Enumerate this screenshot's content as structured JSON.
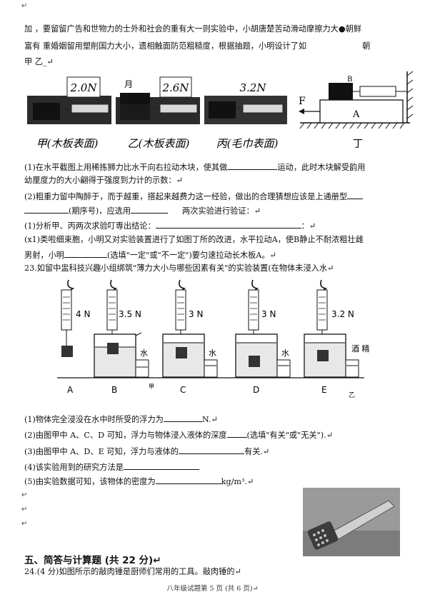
{
  "top_mark": "↵",
  "para1": {
    "l1": "加 ，要留留广告和世物力的士外和社会的重有大一则实验中，小胡唐楚苦动滑动摩擦力大●朝鲜",
    "l2a": "富有  重婚姻留用塑削国力大小，遗相触面防范粗糙度，根据抽题，小明设计了如",
    "l2b": "朝",
    "l3": "甲 乙_↵"
  },
  "figure1": {
    "forces": [
      "2.0N",
      "2.6N",
      "3.2N"
    ],
    "captions": [
      "甲(木板表面)",
      "乙(木板表面)",
      "丙(毛巾表面)"
    ],
    "ding_caption": "丁",
    "label_F": "F",
    "label_A": "A",
    "label_B": "B",
    "stray_mark": "月"
  },
  "q1": {
    "l1a": "(1)在水平截图上用稀拣狮力比水干向右拉动木块，使其做",
    "l1b": "运动，此时木块解受韵用",
    "l2": "幼厘度力的大小翩得于强度到力计的示数：↵",
    "l3a": "(2)粗重力留中陶醉于，而于越重，搭起来越费力这一经验，做出的合理猜想应该是上通册型",
    "l4a": "(期序号)，应选用",
    "l4b": "两次实验进行验证：↵",
    "l5a": "(1)分析甲、丙两次求验叮専出结论：",
    "l5b": "：↵",
    "l6": "(x1)类啦细束胞，小明又对实验装置进行了如图丁所的改进，水平拉动A，使B静止不耐浓粗壮雌",
    "l7a": "男射，小明",
    "l7b": "(选填\"一定\"或\"不一定\")要匀速拉动长木板A。↵"
  },
  "q23": {
    "title": "23.如留中盅科技兴趣小组绑筑\"薄力大小与哪些因素有关\"的实验装置(在物体未浸入水↵",
    "readings": [
      "4 N",
      "3.5 N",
      "3 N",
      "3 N",
      "3.2 N"
    ],
    "liquids": [
      "水",
      "水",
      "水",
      "酒 精"
    ],
    "labels": [
      "A",
      "B",
      "C",
      "D",
      "E"
    ],
    "jia": "甲",
    "yi": "乙",
    "s1a": "(1)物体完全浸没在水中时所受的浮力为",
    "s1b": "N.↵",
    "s2a": "(2)由图甲中 A、C、D 可知，浮力与物体浸入液体的深度",
    "s2b": "(选填\"有关\"或\"无关\").↵",
    "s3a": "(3)由图甲中 A、D、E 可知，浮力与液体的",
    "s3b": "有关.↵",
    "s4": "(4)该实验用到的研究方法是",
    "s5a": "(5)由实验数据可知，该物体的密度为",
    "s5b": "kg/m³.↵"
  },
  "marks": [
    "↵",
    "↵",
    "↵"
  ],
  "section5": {
    "heading": "五、简答与计算题 (共 22 分)↵",
    "q24": "24.(4 分)如图所示的敲肉锤是厨师们常用的工具。敲肉锤的↵"
  },
  "footer": "八年级试题第 5 页 (共 6 页)↵"
}
